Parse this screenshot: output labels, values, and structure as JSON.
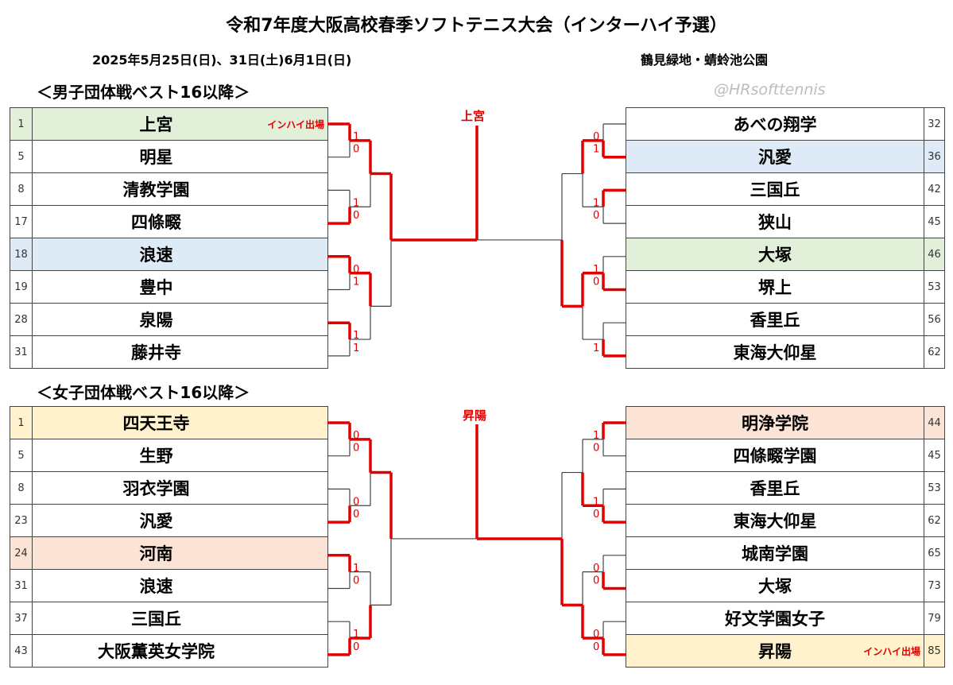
{
  "title": "令和7年度大阪高校春季ソフトテニス大会（インターハイ予選）",
  "date": "2025年5月25日(日)、31日(土)6月1日(日)",
  "venue": "鶴見緑地・蜻蛉池公園",
  "watermark": "@HRsofttennis",
  "colors": {
    "win_line": "#e00000",
    "line": "#444444",
    "green": "#e2efd9",
    "blue": "#deebf7",
    "yellow": "#fff2cc",
    "peach": "#fbe4d5"
  },
  "boys": {
    "heading": "＜男子団体戦ベスト16以降＞",
    "champion": "上宮",
    "left": [
      {
        "seed": "1",
        "name": "上宮",
        "color": "green",
        "tag": "インハイ出場"
      },
      {
        "seed": "5",
        "name": "明星",
        "color": "none"
      },
      {
        "seed": "8",
        "name": "清教学園",
        "color": "none"
      },
      {
        "seed": "17",
        "name": "四條畷",
        "color": "none"
      },
      {
        "seed": "18",
        "name": "浪速",
        "color": "blue"
      },
      {
        "seed": "19",
        "name": "豊中",
        "color": "none"
      },
      {
        "seed": "28",
        "name": "泉陽",
        "color": "none"
      },
      {
        "seed": "31",
        "name": "藤井寺",
        "color": "none"
      }
    ],
    "right": [
      {
        "seed": "32",
        "name": "あべの翔学",
        "color": "none"
      },
      {
        "seed": "36",
        "name": "汎愛",
        "color": "blue"
      },
      {
        "seed": "42",
        "name": "三国丘",
        "color": "none"
      },
      {
        "seed": "45",
        "name": "狭山",
        "color": "none"
      },
      {
        "seed": "46",
        "name": "大塚",
        "color": "green"
      },
      {
        "seed": "53",
        "name": "堺上",
        "color": "none"
      },
      {
        "seed": "56",
        "name": "香里丘",
        "color": "none"
      },
      {
        "seed": "62",
        "name": "東海大仰星",
        "color": "none"
      }
    ],
    "scores": [
      "1",
      "0",
      "0",
      "1",
      "0",
      "1",
      "1",
      "1",
      "1",
      "0",
      "1",
      "0",
      "0",
      "1",
      "1"
    ]
  },
  "girls": {
    "heading": "＜女子団体戦ベスト16以降＞",
    "champion": "昇陽",
    "left": [
      {
        "seed": "1",
        "name": "四天王寺",
        "color": "yellow"
      },
      {
        "seed": "5",
        "name": "生野",
        "color": "none"
      },
      {
        "seed": "8",
        "name": "羽衣学園",
        "color": "none"
      },
      {
        "seed": "23",
        "name": "汎愛",
        "color": "none"
      },
      {
        "seed": "24",
        "name": "河南",
        "color": "peach"
      },
      {
        "seed": "31",
        "name": "浪速",
        "color": "none"
      },
      {
        "seed": "37",
        "name": "三国丘",
        "color": "none"
      },
      {
        "seed": "43",
        "name": "大阪薫英女学院",
        "color": "none"
      }
    ],
    "right": [
      {
        "seed": "44",
        "name": "明浄学院",
        "color": "peach"
      },
      {
        "seed": "45",
        "name": "四條畷学園",
        "color": "none"
      },
      {
        "seed": "53",
        "name": "香里丘",
        "color": "none"
      },
      {
        "seed": "62",
        "name": "東海大仰星",
        "color": "none"
      },
      {
        "seed": "65",
        "name": "城南学園",
        "color": "none"
      },
      {
        "seed": "73",
        "name": "大塚",
        "color": "none"
      },
      {
        "seed": "79",
        "name": "好文学園女子",
        "color": "none"
      },
      {
        "seed": "85",
        "name": "昇陽",
        "color": "yellow",
        "tag": "インハイ出場"
      }
    ],
    "scores": [
      "0",
      "0",
      "0",
      "0",
      "1",
      "0",
      "0",
      "1",
      "1",
      "0",
      "0",
      "1",
      "0",
      "0",
      "0",
      "0"
    ]
  }
}
